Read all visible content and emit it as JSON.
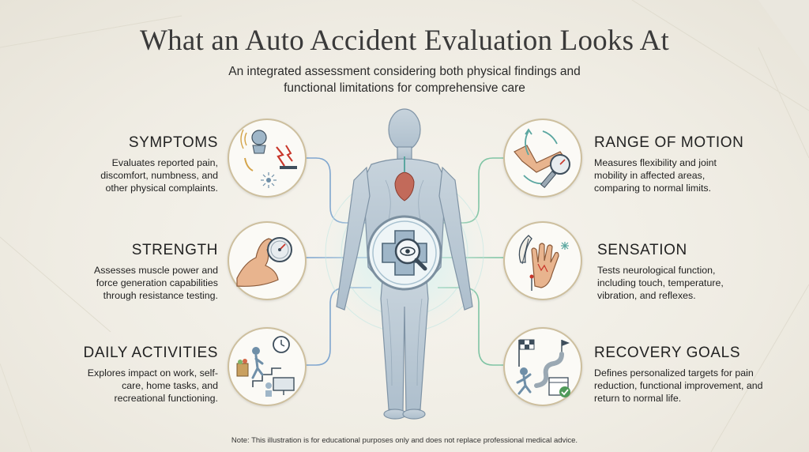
{
  "title": "What an Auto Accident Evaluation Looks At",
  "subtitle": "An integrated assessment considering both physical findings and functional limitations for comprehensive care",
  "sections": {
    "symptoms": {
      "heading": "SYMPTOMS",
      "text": "Evaluates reported pain, discomfort, numbness, and other physical complaints."
    },
    "strength": {
      "heading": "STRENGTH",
      "text": "Assesses muscle power and force generation capabilities through resistance testing."
    },
    "daily": {
      "heading": "DAILY ACTIVITIES",
      "text": "Explores impact on work, self-care, home tasks, and recreational functioning."
    },
    "motion": {
      "heading": "RANGE OF MOTION",
      "text": "Measures flexibility and joint mobility in affected areas, comparing to normal limits."
    },
    "sensation": {
      "heading": "SENSATION",
      "text": "Tests neurological function, including touch, temperature, vibration, and reflexes."
    },
    "recovery": {
      "heading": "RECOVERY GOALS",
      "text": "Defines personalized targets for pain reduction, functional improvement, and return to normal life."
    }
  },
  "note": "Note: This illustration is for educational purposes only and does not replace professional medical advice.",
  "colors": {
    "left_connector": "#7fa6cf",
    "right_connector": "#7fc4a4",
    "ring": "#cdbf9e"
  }
}
